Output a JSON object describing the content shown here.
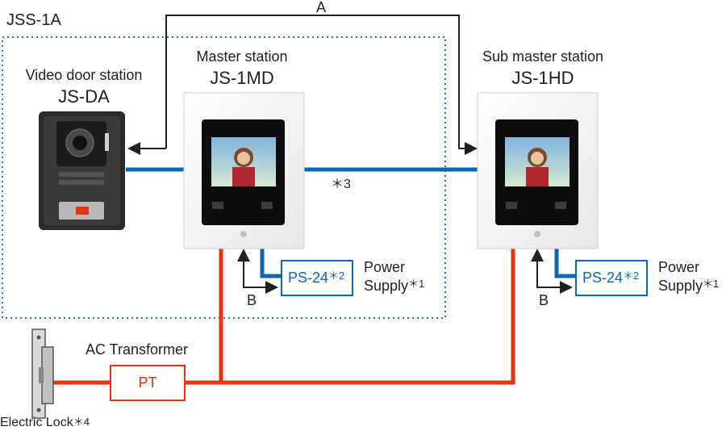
{
  "system_label": "JSS-1A",
  "wire_a_label": "A",
  "door_station": {
    "role": "Video door station",
    "model": "JS-DA"
  },
  "master_station": {
    "role": "Master station",
    "model": "JS-1MD"
  },
  "sub_master_station": {
    "role": "Sub master station",
    "model": "JS-1HD"
  },
  "note_3": "＊3",
  "master_power": {
    "unit": "PS-24",
    "unit_note": "＊2",
    "label_line1": "Power",
    "label_line2": "Supply",
    "label_note": "＊1",
    "wire_b_label": "B"
  },
  "sub_power": {
    "unit": "PS-24",
    "unit_note": "＊2",
    "label_line1": "Power",
    "label_line2": "Supply",
    "label_note": "＊1",
    "wire_b_label": "B"
  },
  "transformer": {
    "label": "AC Transformer",
    "unit": "PT"
  },
  "electric_lock": {
    "label": "Electric Lock",
    "note": "＊4"
  },
  "colors": {
    "blue_wire": "#0a68b4",
    "red_wire": "#e63312",
    "dotted_border": "#1f78c1",
    "black_wire": "#231f20"
  }
}
